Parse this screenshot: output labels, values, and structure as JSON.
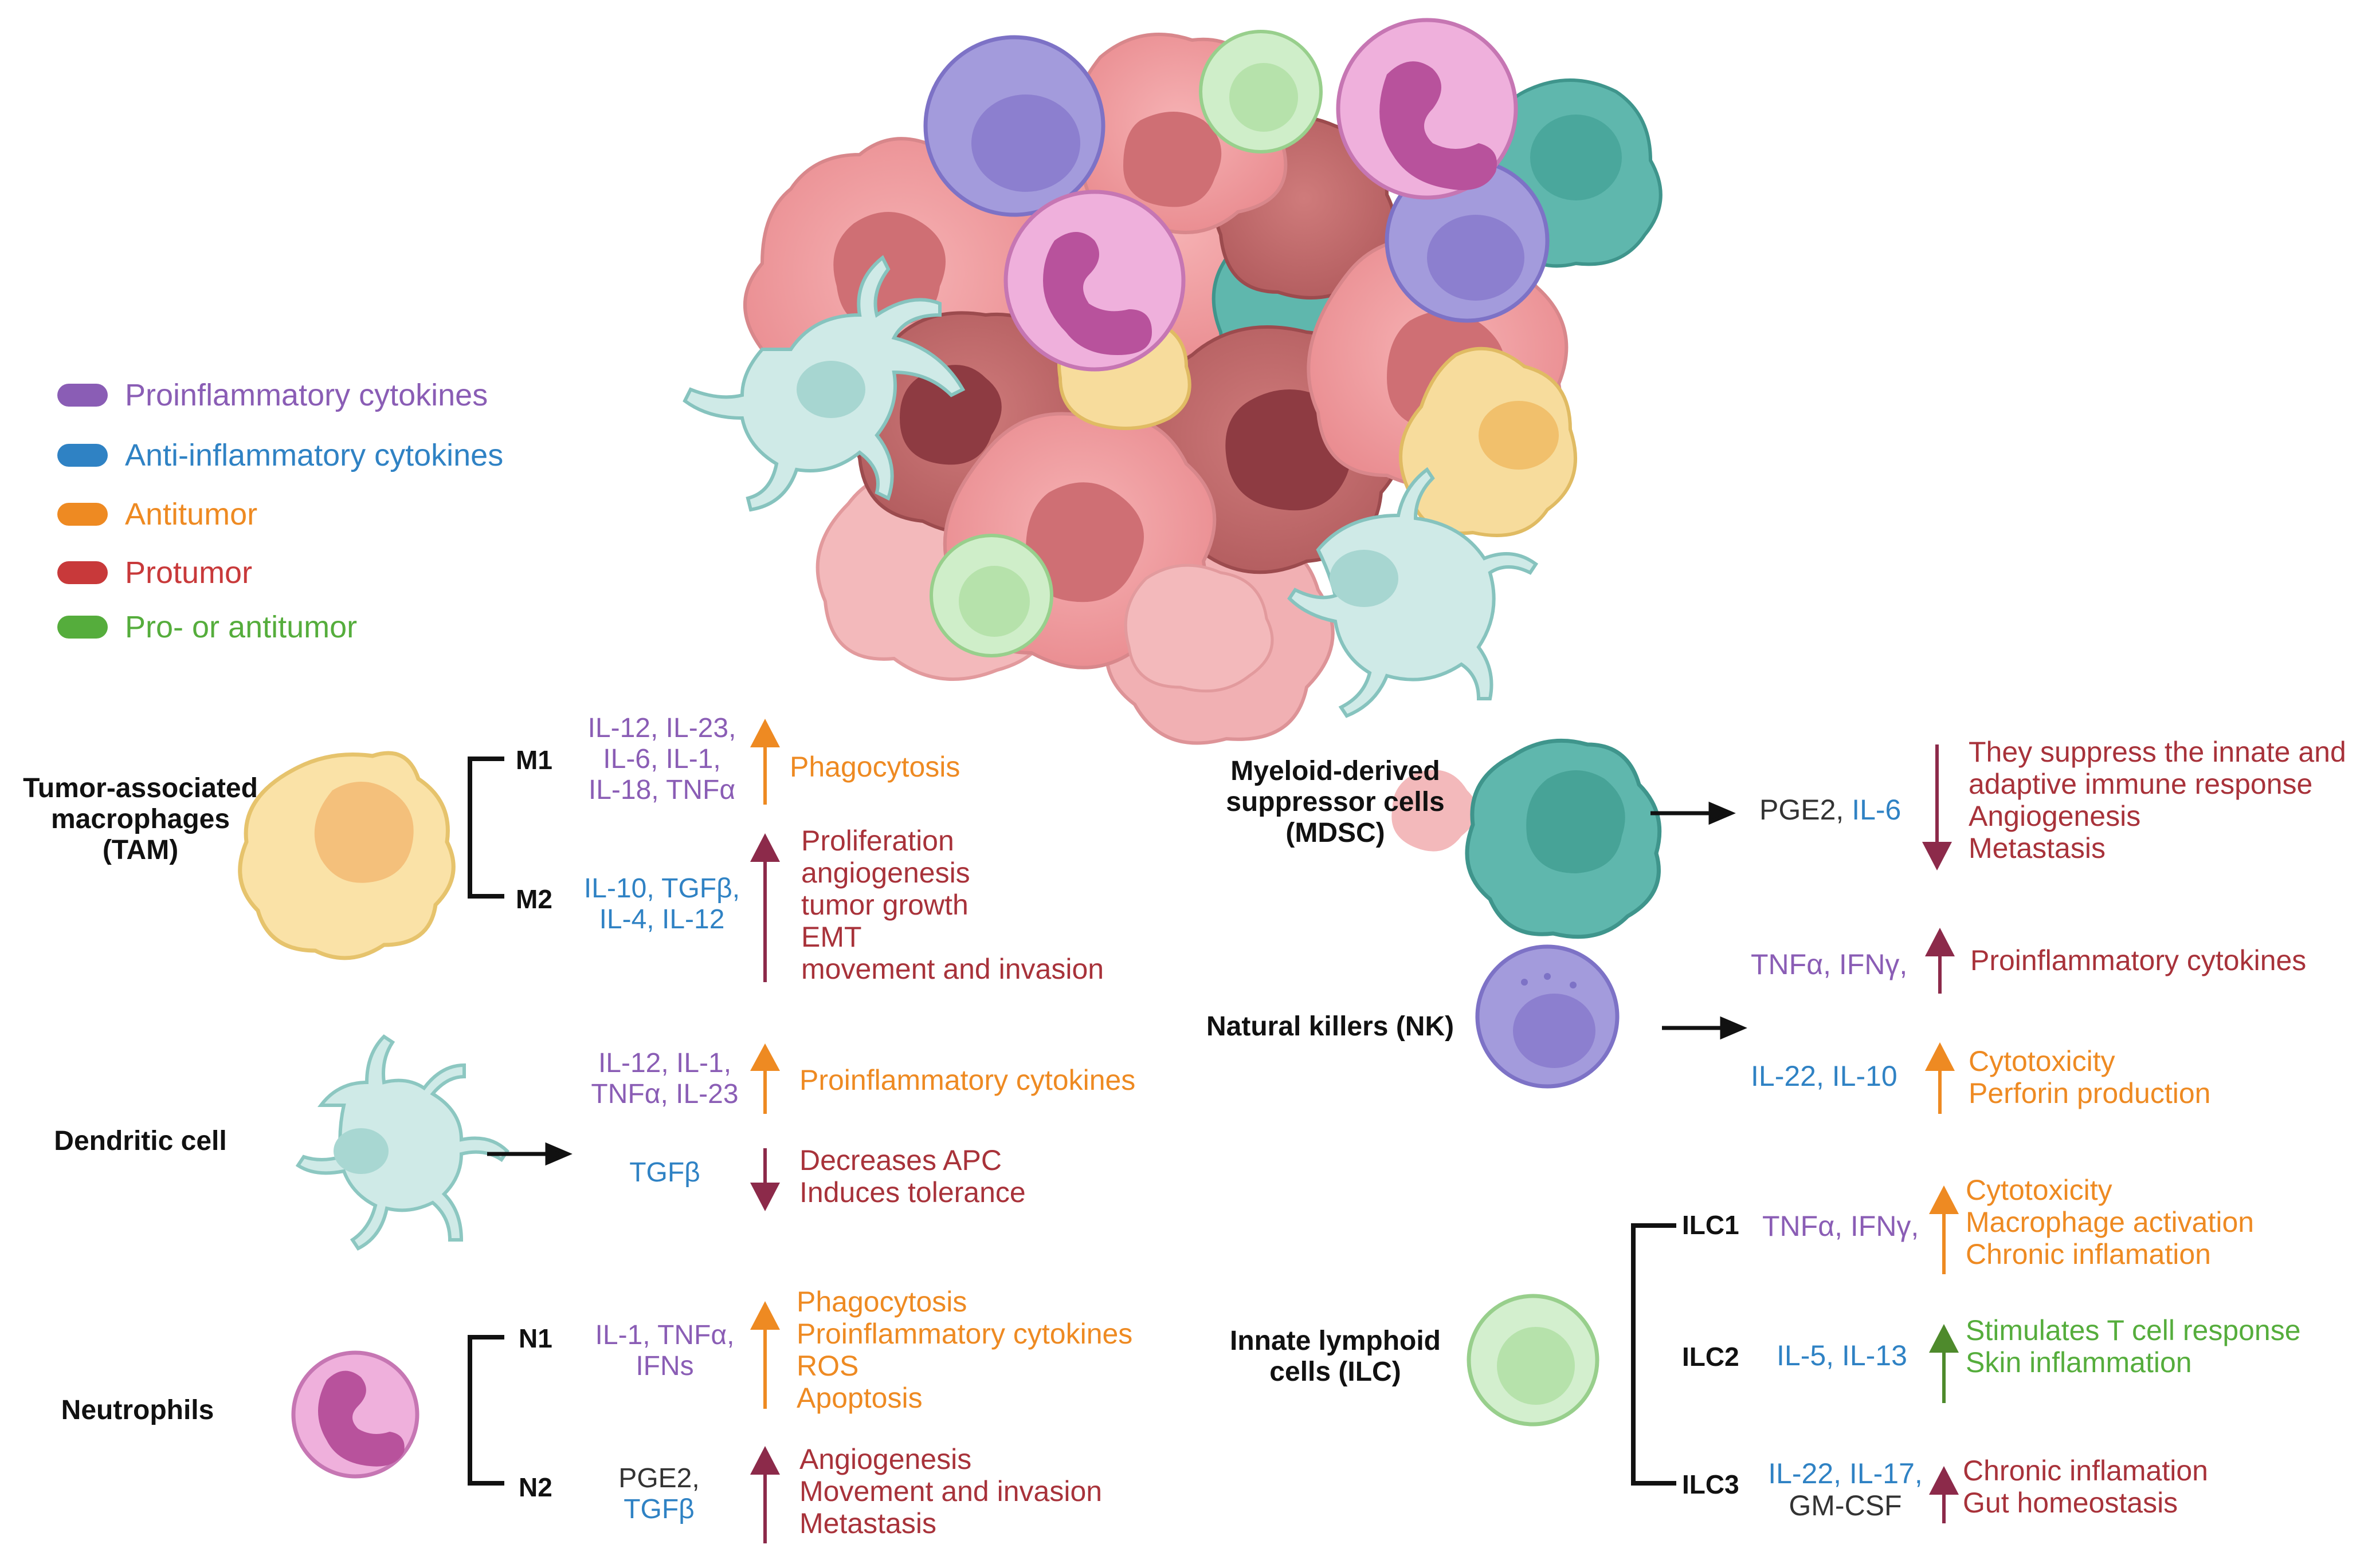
{
  "colors": {
    "pro": "#8a5db5",
    "anti": "#2f82c4",
    "antitumor": "#ee8a22",
    "protumor": "#a8323a",
    "both": "#55ad3c",
    "neutral": "#333333",
    "arrow_up_orange": "#ee8a22",
    "arrow_maroon": "#8c2a4a",
    "arrow_green": "#4e8a2c"
  },
  "legend": [
    {
      "label": "Proinflammatory cytokines",
      "color": "#8a5db5"
    },
    {
      "label": "Anti-inflammatory cytokines",
      "color": "#2f82c4"
    },
    {
      "label": "Antitumor",
      "color": "#ee8a22"
    },
    {
      "label": "Protumor",
      "color": "#c8393a"
    },
    {
      "label": "Pro- or antitumor",
      "color": "#55ad3c"
    }
  ],
  "tam": {
    "label": [
      "Tumor-associated",
      "macrophages",
      "(TAM)"
    ],
    "m1": {
      "name": "M1",
      "cytokines": [
        "IL-12, IL-23,",
        "IL-6,  IL-1,",
        "IL-18, TNFα"
      ],
      "effects": [
        "Phagocytosis"
      ]
    },
    "m2": {
      "name": "M2",
      "cytokines": [
        "IL-10, TGFβ,",
        "IL-4, IL-12"
      ],
      "effects": [
        "Proliferation",
        "angiogenesis",
        "tumor growth",
        "EMT",
        "movement and invasion"
      ]
    }
  },
  "dc": {
    "label": "Dendritic cell",
    "pro_cytokines": [
      "IL-12,  IL-1,",
      "TNFα, IL-23"
    ],
    "pro_effects": [
      "Proinflammatory cytokines"
    ],
    "anti_cytokine": "TGFβ",
    "anti_effects": [
      "Decreases APC",
      "Induces tolerance"
    ]
  },
  "neutrophils": {
    "label": "Neutrophils",
    "n1": {
      "name": "N1",
      "cytokines": [
        "IL-1, TNFα,",
        "IFNs"
      ],
      "effects": [
        "Phagocytosis",
        "Proinflammatory cytokines",
        "ROS",
        "Apoptosis"
      ]
    },
    "n2": {
      "name": "N2",
      "cytokine_neutral": "PGE2,",
      "cytokine_anti": "TGFβ",
      "effects": [
        "Angiogenesis",
        "Movement and invasion",
        "Metastasis"
      ]
    }
  },
  "mdsc": {
    "label": [
      "Myeloid-derived",
      "suppressor cells",
      "(MDSC)"
    ],
    "cytokine_neutral": "PGE2,",
    "cytokine_anti": "IL-6",
    "effects": [
      "They suppress the innate and",
      "adaptive immune response",
      "Angiogenesis",
      "Metastasis"
    ]
  },
  "nk": {
    "label": "Natural killers (NK)",
    "pro_cytokines": "TNFα, IFNγ,",
    "pro_effects": [
      "Proinflammatory cytokines"
    ],
    "anti_cytokines": "IL-22, IL-10",
    "anti_effects": [
      "Cytotoxicity",
      "Perforin production"
    ]
  },
  "ilc": {
    "label": [
      "Innate lymphoid",
      "cells (ILC)"
    ],
    "ilc1": {
      "name": "ILC1",
      "cytokines": "TNFα, IFNγ,",
      "effects": [
        "Cytotoxicity",
        "Macrophage activation",
        "Chronic inflamation"
      ]
    },
    "ilc2": {
      "name": "ILC2",
      "cytokines": "IL-5, IL-13",
      "effects": [
        "Stimulates T cell response",
        "Skin inflammation"
      ]
    },
    "ilc3": {
      "name": "ILC3",
      "cytokines": "IL-22, IL-17,",
      "cytokine_neutral": "GM-CSF",
      "effects": [
        "Chronic inflamation",
        "Gut homeostasis"
      ]
    }
  }
}
